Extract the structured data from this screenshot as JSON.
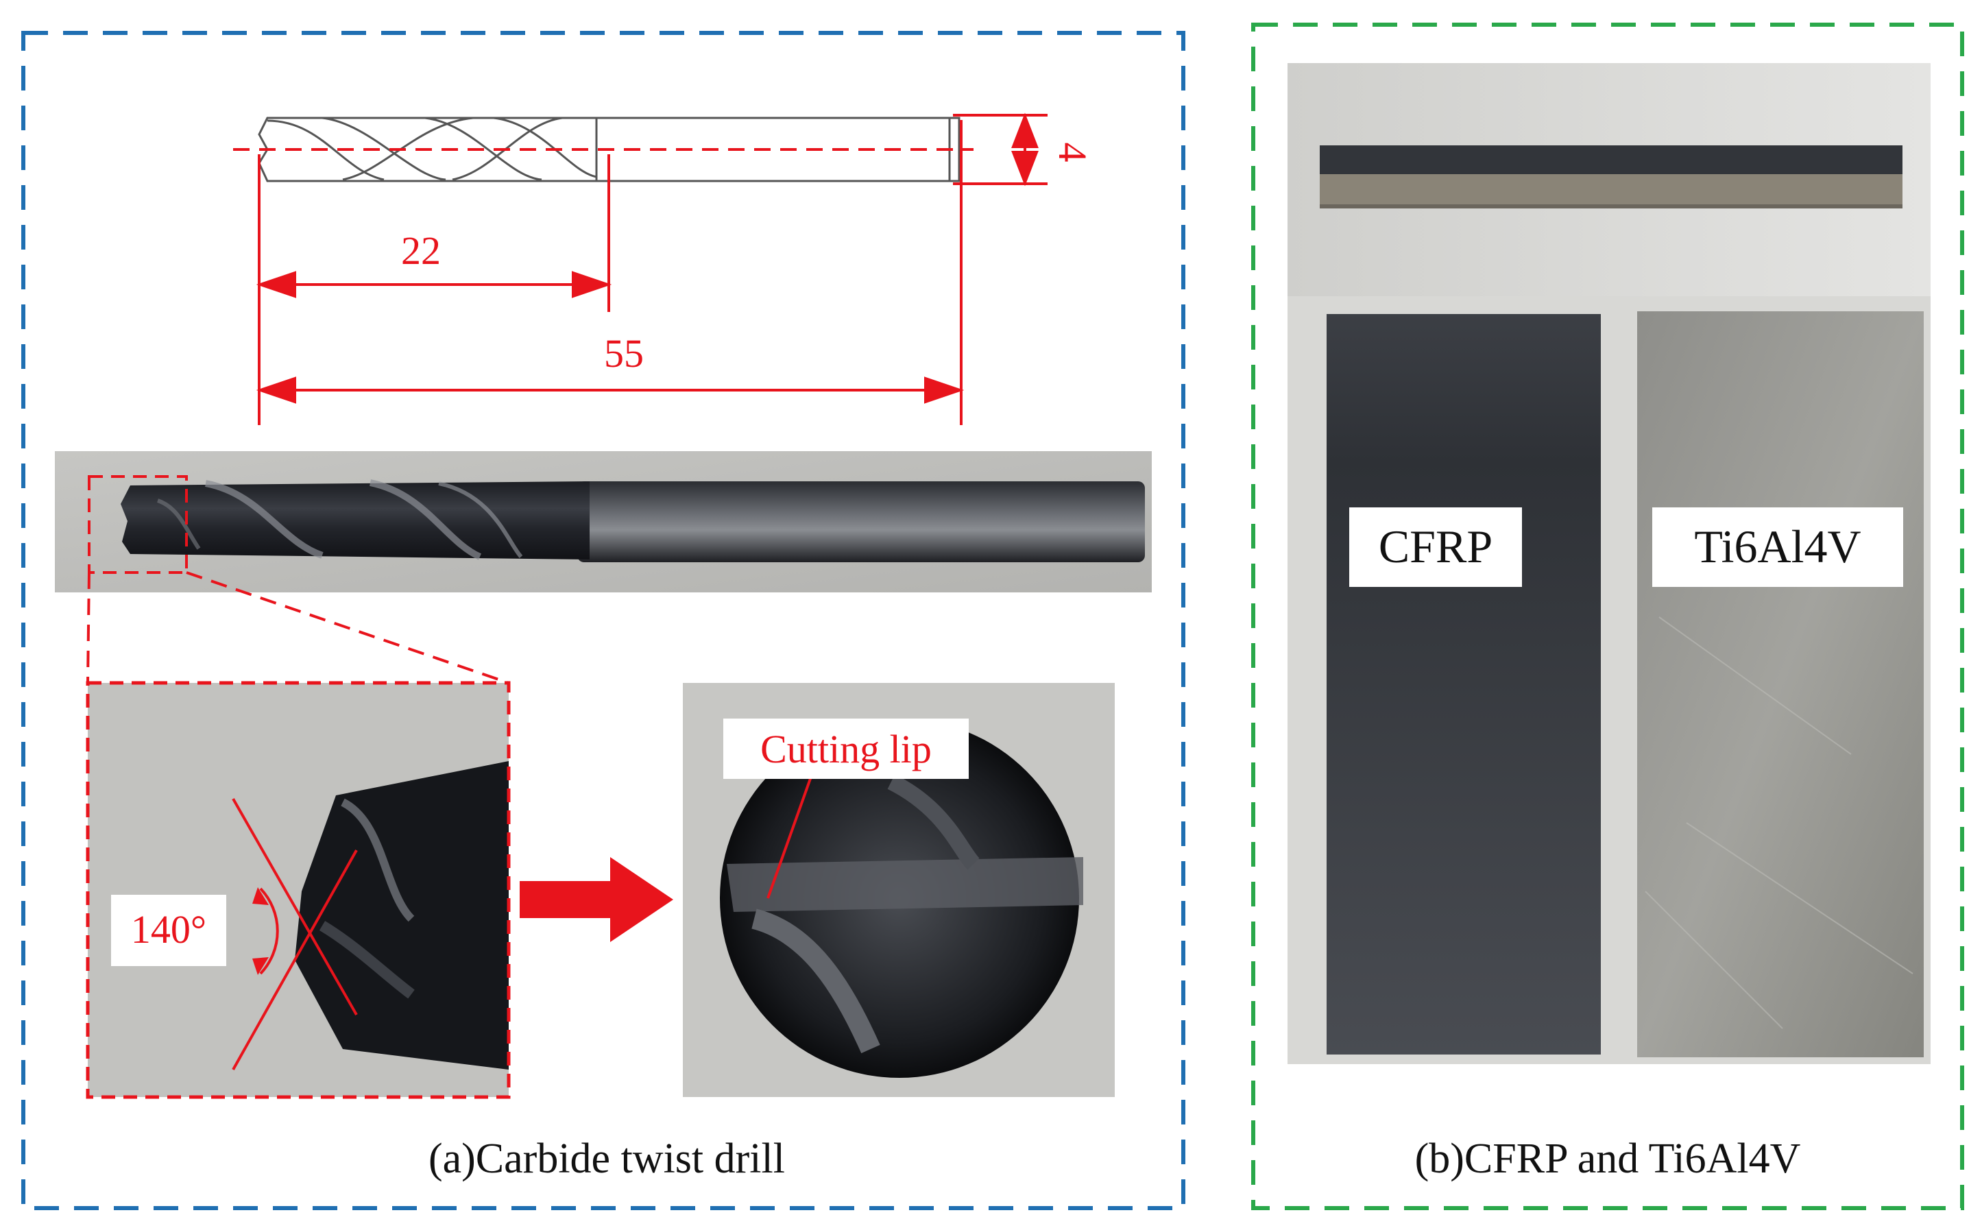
{
  "panel_a": {
    "caption": "(a)Carbide twist drill",
    "dimensions": {
      "flute_length": "22",
      "total_length": "55",
      "diameter": "4"
    },
    "tip_angle": "140°",
    "cutting_lip_label": "Cutting lip"
  },
  "panel_b": {
    "caption": "(b)CFRP and Ti6Al4V",
    "cfrp_label": "CFRP",
    "ti_label": "Ti6Al4V"
  },
  "colors": {
    "annotation_red": "#e8141c",
    "panel_a_border": "#1f6fb2",
    "panel_b_border": "#2aa84a"
  }
}
